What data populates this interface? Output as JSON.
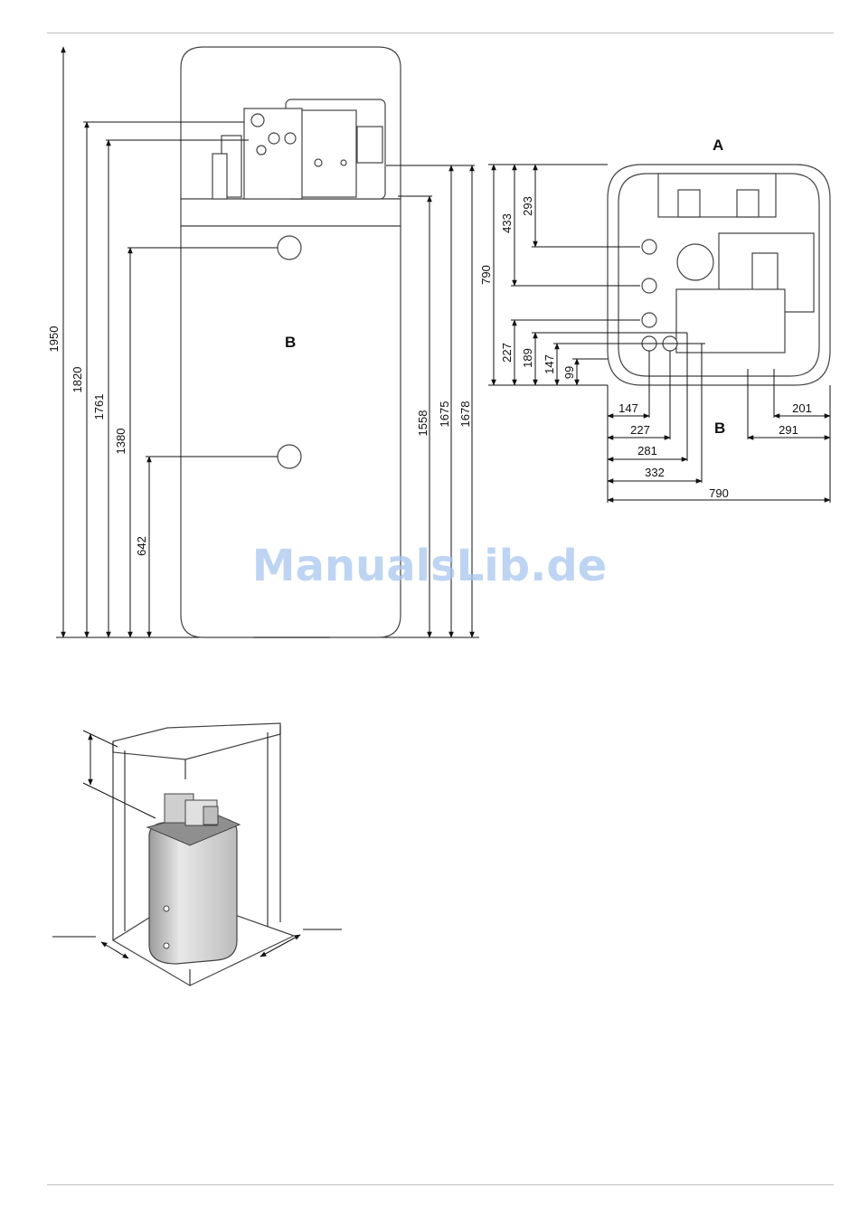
{
  "watermark": "ManualsLib.de",
  "side_view": {
    "label_b": "B",
    "heights": [
      "1950",
      "1820",
      "1761",
      "1380",
      "642",
      "1558",
      "1675",
      "1678"
    ]
  },
  "top_view": {
    "label_a": "A",
    "label_b": "B",
    "vertical_dims": [
      "790",
      "433",
      "293",
      "227",
      "189",
      "147",
      "99"
    ],
    "horizontal_dims": [
      "147",
      "227",
      "281",
      "332",
      "790",
      "201",
      "291"
    ]
  }
}
